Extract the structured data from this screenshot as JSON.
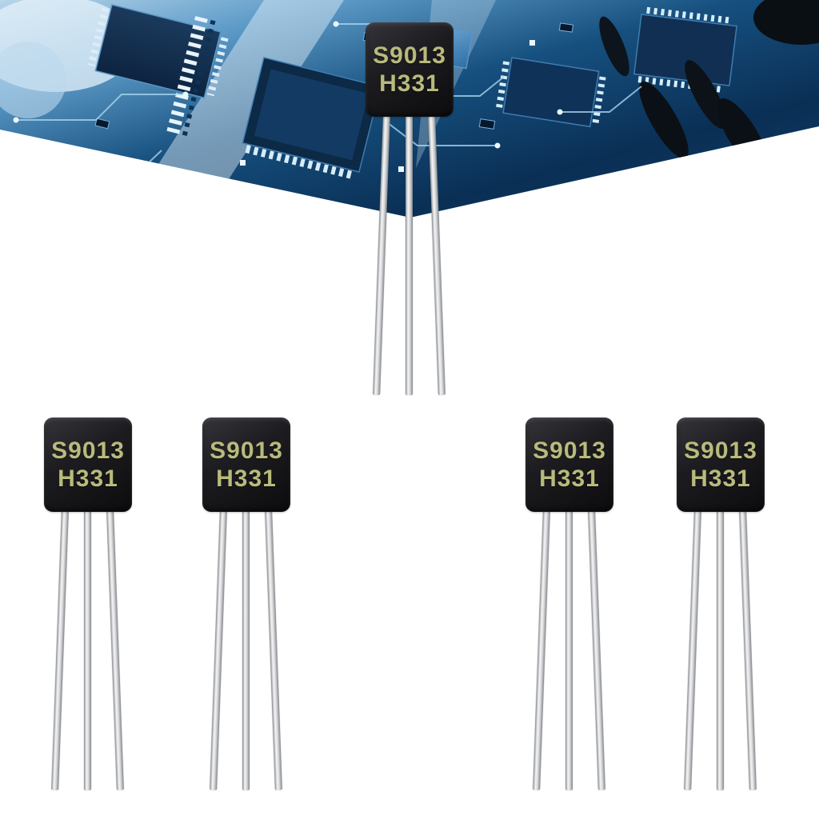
{
  "scene": {
    "type": "product-photo",
    "subject": "Five TO-92 transistors with printed part markings over a blue circuit-board banner"
  },
  "transistors": [
    {
      "id": "top-center",
      "line1": "S9013",
      "line2": "H331"
    },
    {
      "id": "bottom-left-1",
      "line1": "S9013",
      "line2": "H331"
    },
    {
      "id": "bottom-left-2",
      "line1": "S9013",
      "line2": "H331"
    },
    {
      "id": "bottom-right-1",
      "line1": "S9013",
      "line2": "H331"
    },
    {
      "id": "bottom-right-2",
      "line1": "S9013",
      "line2": "H331"
    }
  ],
  "colors": {
    "background": "#ffffff",
    "transistor_body": "#161618",
    "marking_text": "#b9ba7c",
    "lead_silver": "#d7d9db",
    "pcb_deep_blue": "#0a2f55",
    "pcb_mid_blue": "#16507f",
    "pcb_light_blue": "#bcd9ec"
  }
}
